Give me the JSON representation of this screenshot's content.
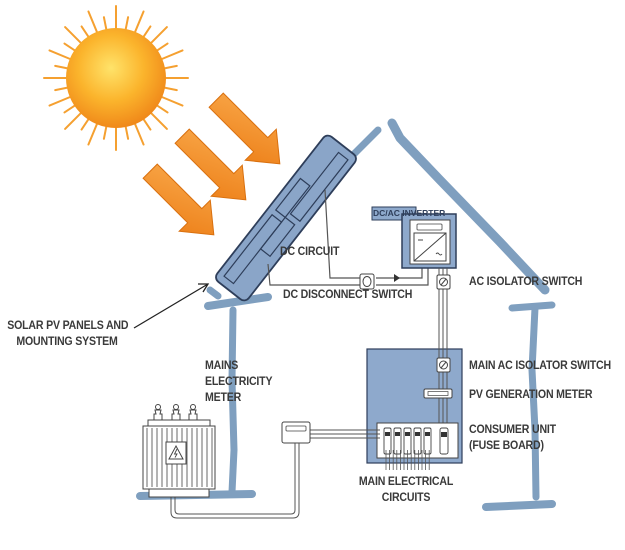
{
  "title": "Solar PV system connection diagram",
  "colors": {
    "house_outline": "#7f9fbf",
    "panel_fill": "#8aa5c8",
    "panel_stroke": "#2e3e5a",
    "box_fill": "#8ea9cc",
    "wire": "#555555",
    "arrow": "#f08a1c",
    "sun": "#f7a823",
    "text": "#3a3a3a"
  },
  "labels": {
    "dc_ac_inverter": "DC/AC INVERTER",
    "dc_circuit": "DC CIRCUIT",
    "dc_disconnect_switch": "DC DISCONNECT SWITCH",
    "ac_isolator_switch": "AC ISOLATOR SWITCH",
    "solar_pv_panels": [
      "SOLAR PV PANELS AND",
      "MOUNTING SYSTEM"
    ],
    "mains_meter": [
      "MAINS",
      "ELECTRICITY",
      "METER"
    ],
    "main_ac_isolator_switch": "MAIN AC ISOLATOR SWITCH",
    "pv_generation_meter": "PV GENERATION METER",
    "consumer_unit": [
      "CONSUMER UNIT",
      "(FUSE BOARD)"
    ],
    "main_electrical_circuits": [
      "MAIN ELECTRICAL",
      "CIRCUITS"
    ]
  },
  "icons": {
    "sun": "sun-icon",
    "sunlight_arrows": "arrow-down-right-icon",
    "transformer": "transformer-icon",
    "high_voltage": "lightning-warning-icon",
    "isolator": "switch-icon",
    "meter": "meter-icon",
    "inverter": "dc-ac-converter-icon"
  }
}
